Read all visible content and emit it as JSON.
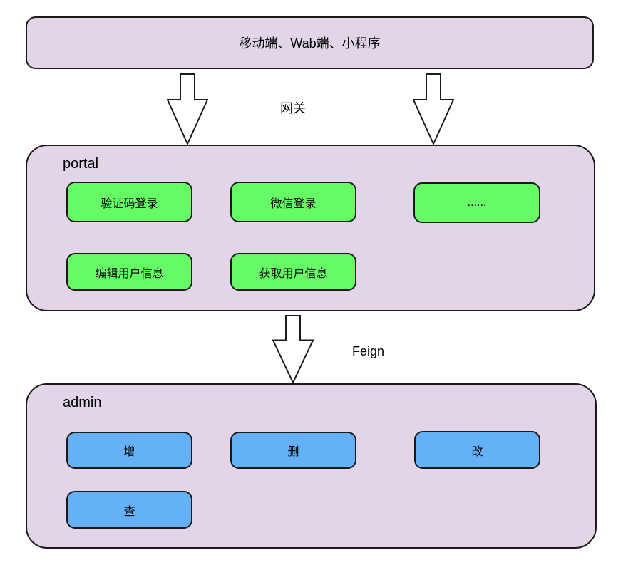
{
  "colors": {
    "container_fill": "#e1d5e7",
    "green_fill": "#66fa66",
    "blue_fill": "#64b1f7",
    "border": "#1a1a1a"
  },
  "top_box": {
    "label": "移动端、Wab端、小程序"
  },
  "flow": {
    "gateway_label": "网关",
    "feign_label": "Feign"
  },
  "portal": {
    "title": "portal",
    "buttons": [
      "验证码登录",
      "微信登录",
      "......",
      "编辑用户信息",
      "获取用户信息"
    ]
  },
  "admin": {
    "title": "admin",
    "buttons": [
      "增",
      "删",
      "改",
      "查"
    ]
  }
}
